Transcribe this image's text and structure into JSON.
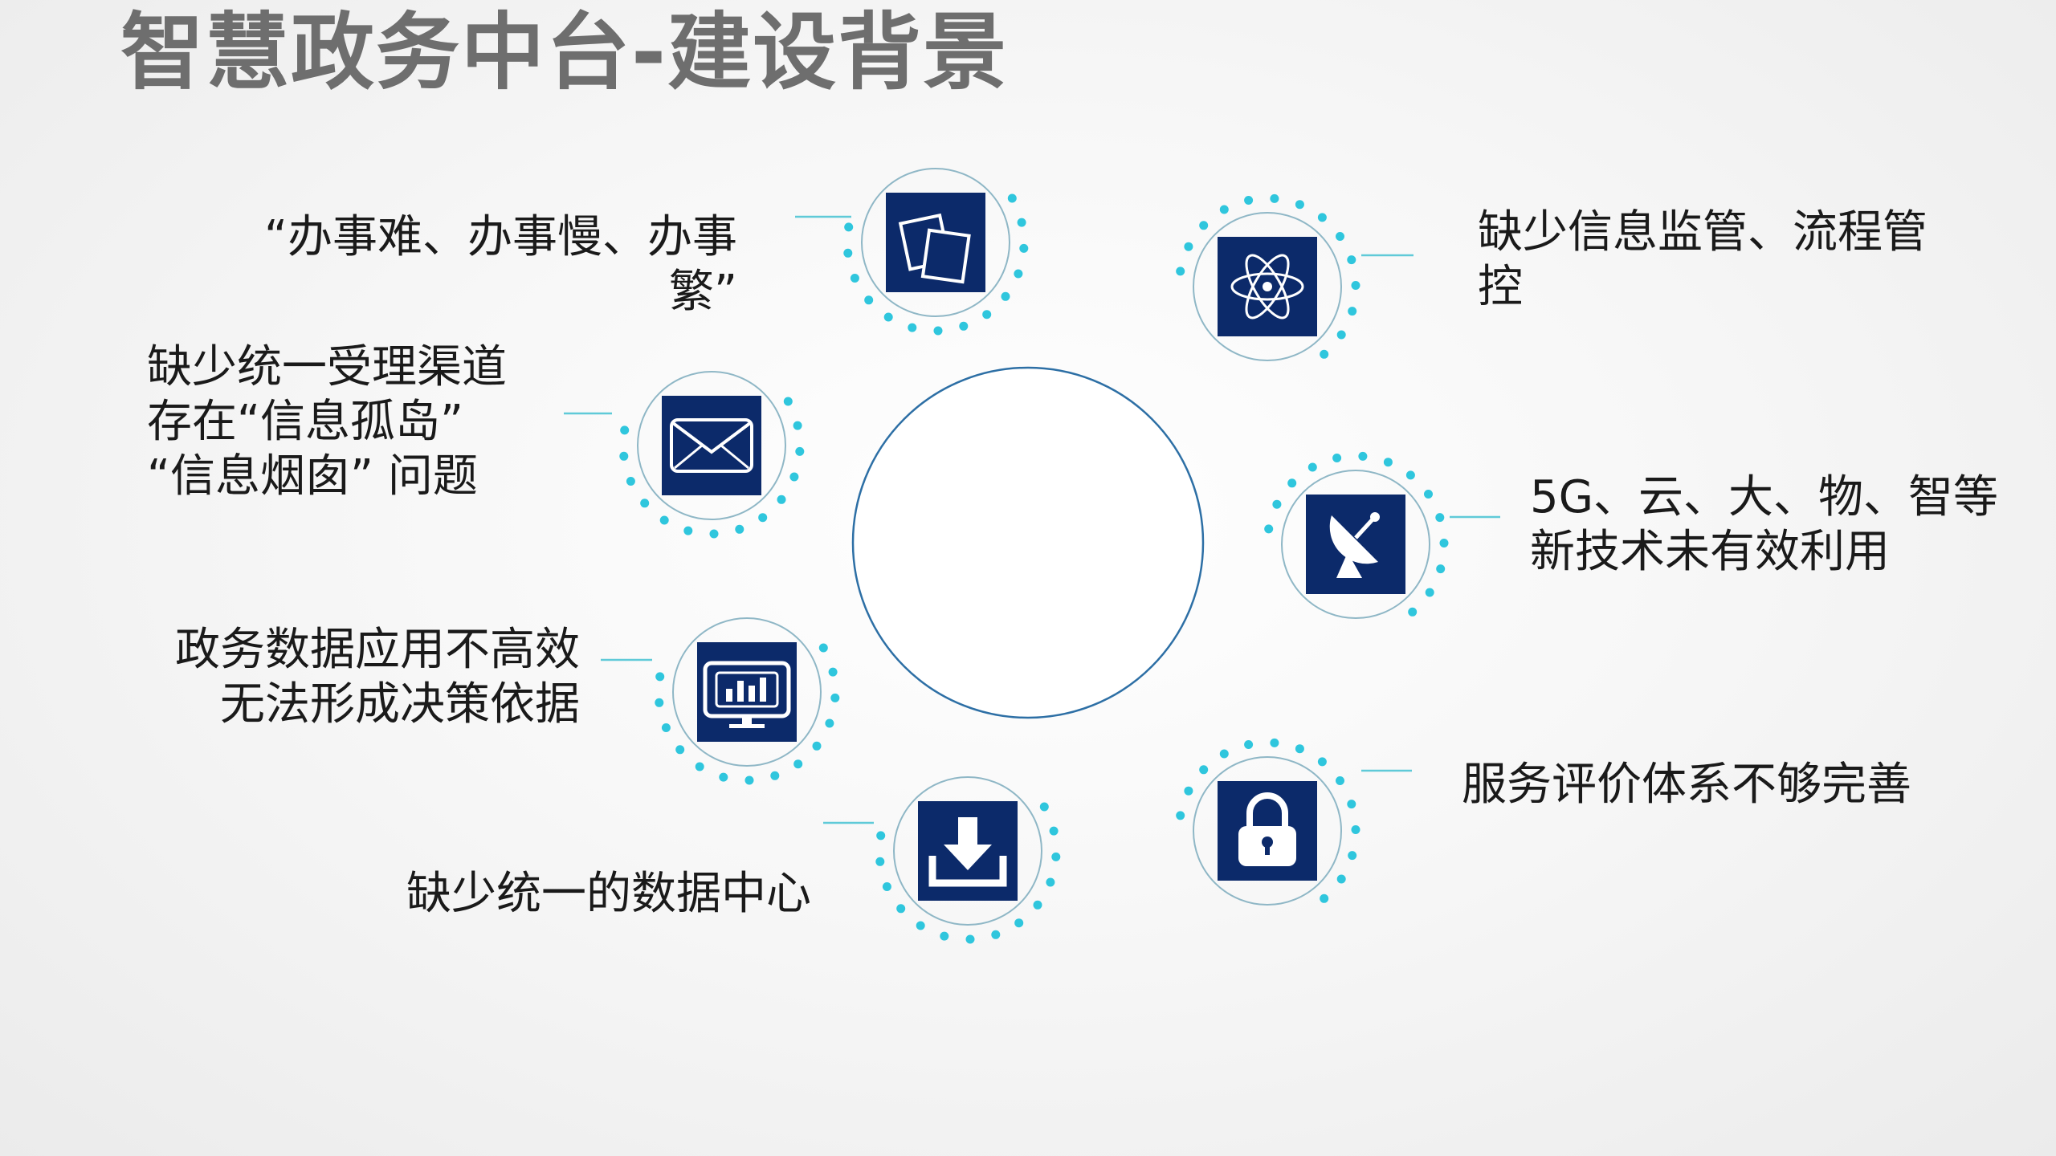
{
  "title": "智慧政务中台-建设背景",
  "colors": {
    "dot": "#2fc6dd",
    "ring": "#8fb7c6",
    "connector": "#5fcad8",
    "center_circle": "#2d6fa5",
    "icon_bg": "#0c2a6a",
    "icon_fg": "#ffffff"
  },
  "nodes": [
    {
      "id": "documents",
      "icon": "documents-icon",
      "lines": [
        "“办事难、办事慢、办事",
        "繁”"
      ],
      "align": "right"
    },
    {
      "id": "atom",
      "icon": "atom-icon",
      "lines": [
        "缺少信息监管、流程管",
        "控"
      ],
      "align": "left"
    },
    {
      "id": "mail",
      "icon": "envelope-icon",
      "lines": [
        "缺少统一受理渠道",
        "存在“信息孤岛”",
        "“信息烟囱” 问题"
      ],
      "align": "left"
    },
    {
      "id": "satellite",
      "icon": "satellite-dish-icon",
      "lines": [
        "5G、云、大、物、智等",
        "新技术未有效利用"
      ],
      "align": "left"
    },
    {
      "id": "monitor",
      "icon": "monitor-chart-icon",
      "lines": [
        "政务数据应用不高效",
        "无法形成决策依据"
      ],
      "align": "right"
    },
    {
      "id": "lock",
      "icon": "lock-icon",
      "lines": [
        "服务评价体系不够完善"
      ],
      "align": "left"
    },
    {
      "id": "download",
      "icon": "download-icon",
      "lines": [
        "缺少统一的数据中心"
      ],
      "align": "left"
    }
  ]
}
